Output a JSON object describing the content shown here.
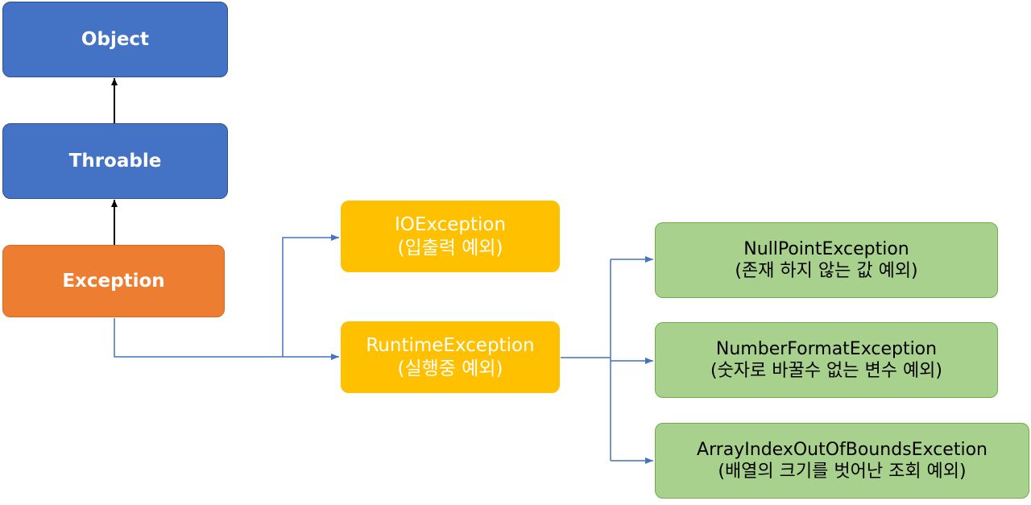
{
  "nodes": {
    "object": {
      "label": "Object"
    },
    "throwable": {
      "label": "Throable"
    },
    "exception": {
      "label": "Exception"
    },
    "io_exception": {
      "label": "IOException",
      "description": "(입출력 예외)"
    },
    "runtime_exception": {
      "label": "RuntimeException",
      "description": "(실행중 예외)"
    },
    "null_point_exception": {
      "label": "NullPointException",
      "description": "(존재 하지 않는 값 예외)"
    },
    "number_format_exception": {
      "label": "NumberFormatException",
      "description": "(숫자로 바꿀수 없는 변수 예외)"
    },
    "array_index_exception": {
      "label": "ArrayIndexOutOfBoundsExcetion",
      "description": "(배열의 크기를 벗어난 조회 예외)"
    }
  },
  "colors": {
    "root_nodes": "#4472c4",
    "exception_node": "#ed7d31",
    "category_nodes": "#ffc000",
    "leaf_nodes": "#a9d18e",
    "leaf_border": "#70ad47",
    "black_connector": "#000000",
    "blue_connector": "#4472c4"
  }
}
